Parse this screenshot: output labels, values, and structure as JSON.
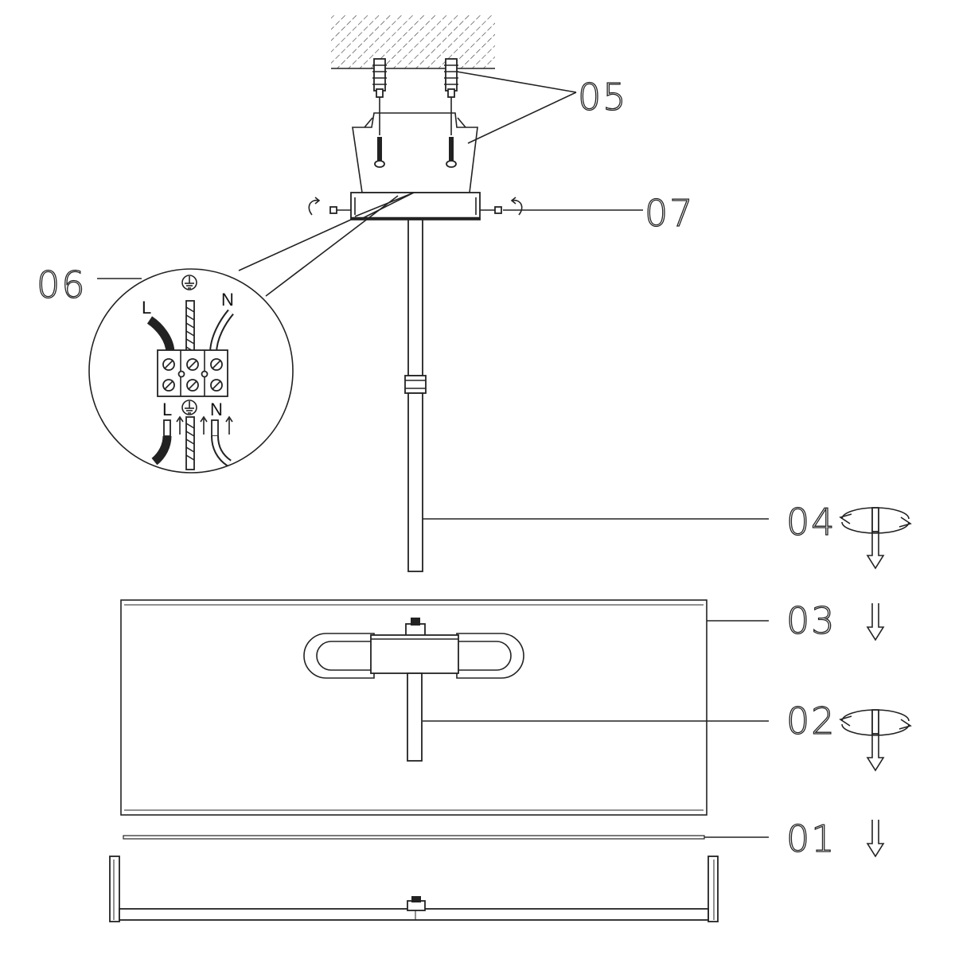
{
  "parts": [
    {
      "id": "p01",
      "label": "01",
      "action_icons": [
        "arrow-down-icon"
      ]
    },
    {
      "id": "p02",
      "label": "02",
      "action_icons": [
        "rotate-icon",
        "arrow-down-icon"
      ]
    },
    {
      "id": "p03",
      "label": "03",
      "action_icons": [
        "arrow-down-icon"
      ]
    },
    {
      "id": "p04",
      "label": "04",
      "action_icons": [
        "rotate-icon",
        "arrow-down-icon"
      ]
    },
    {
      "id": "p05",
      "label": "05",
      "action_icons": []
    },
    {
      "id": "p06",
      "label": "06",
      "action_icons": []
    },
    {
      "id": "p07",
      "label": "07",
      "action_icons": []
    }
  ],
  "wiring": {
    "top": {
      "live": "L",
      "neutral": "N",
      "earth_symbol": "earth-symbol"
    },
    "bottom": {
      "live": "L",
      "neutral": "N",
      "earth_symbol": "earth-symbol"
    }
  },
  "colors": {
    "line": "#222222",
    "background": "#ffffff"
  }
}
